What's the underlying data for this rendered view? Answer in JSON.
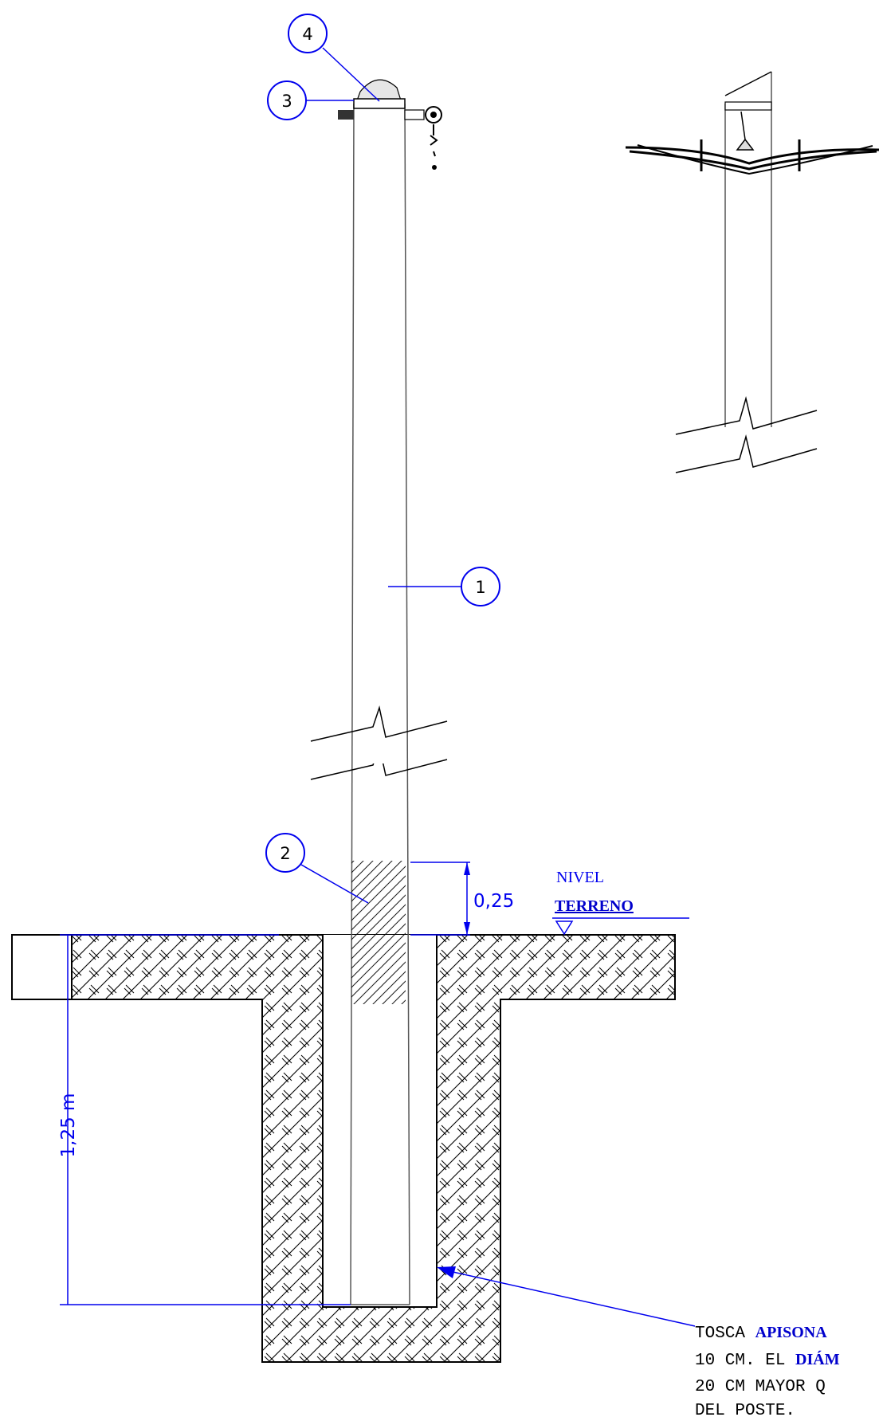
{
  "callouts": [
    {
      "id": "callout-1",
      "number": "1"
    },
    {
      "id": "callout-2",
      "number": "2"
    },
    {
      "id": "callout-3",
      "number": "3"
    },
    {
      "id": "callout-4",
      "number": "4"
    }
  ],
  "dimensions": {
    "above_ground": "0,25",
    "embed_depth": "1,25 m"
  },
  "ground_level": {
    "line1": "NIVEL",
    "line2": "TERRENO"
  },
  "note": {
    "line1_a": "TOSCA ",
    "line1_b": "APISONA",
    "line2_a": "10 CM. EL ",
    "line2_b": "DIÁM",
    "line3": "20 CM MAYOR Q",
    "line4": "DEL POSTE."
  },
  "colors": {
    "annotation": "#0000ee",
    "drawing": "#000000",
    "pole": "#555555"
  }
}
